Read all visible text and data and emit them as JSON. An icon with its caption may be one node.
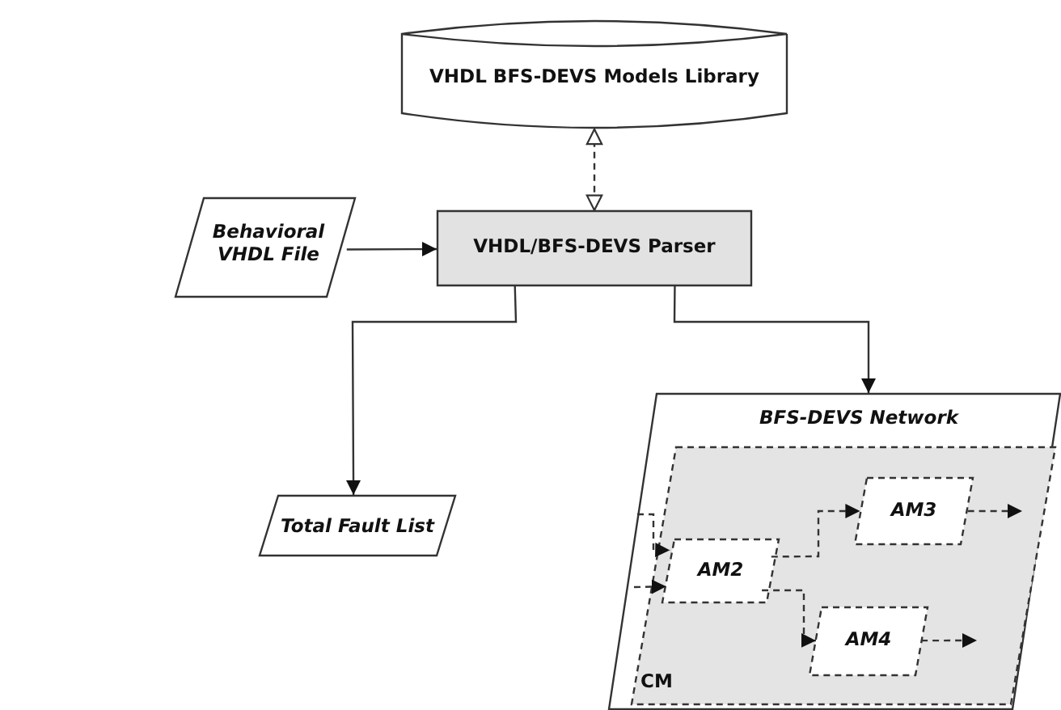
{
  "diagram": {
    "nodes": [
      {
        "text": [
          "VHDL BFS-DEVS Models Library"
        ]
      },
      {
        "text": [
          "Behavioral VHDL File"
        ]
      },
      {
        "text": [
          "VHDL/BFS-DEVS Parser"
        ]
      },
      {
        "text": [
          "Total Fault List"
        ]
      },
      {
        "text": [
          "BFS-DEVS Network"
        ]
      },
      {
        "text": [
          "CM"
        ],
        "in": 4
      },
      {
        "text": [
          "AM2"
        ],
        "in": 5
      },
      {
        "text": [
          "AM3"
        ],
        "in": 5
      },
      {
        "text": [
          "AM4"
        ],
        "in": 5
      }
    ],
    "edges": [
      {
        "from": 0,
        "to": 2,
        "arrow": "both",
        "style": "dashed"
      },
      {
        "from": 1,
        "to": 2,
        "arrow": "to"
      },
      {
        "from": 2,
        "to": 3,
        "arrow": "to"
      },
      {
        "from": 2,
        "to": 4,
        "arrow": "to"
      },
      {
        "from": null,
        "to": 6,
        "arrow": "to",
        "style": "dashed"
      },
      {
        "from": null,
        "to": 6,
        "arrow": "to",
        "style": "dashed"
      },
      {
        "from": 6,
        "to": 7,
        "arrow": "to",
        "style": "dashed"
      },
      {
        "from": 6,
        "to": 8,
        "arrow": "to",
        "style": "dashed"
      },
      {
        "from": 7,
        "to": null,
        "arrow": "to",
        "style": "dashed"
      },
      {
        "from": 8,
        "to": null,
        "arrow": "to",
        "style": "dashed"
      }
    ]
  }
}
